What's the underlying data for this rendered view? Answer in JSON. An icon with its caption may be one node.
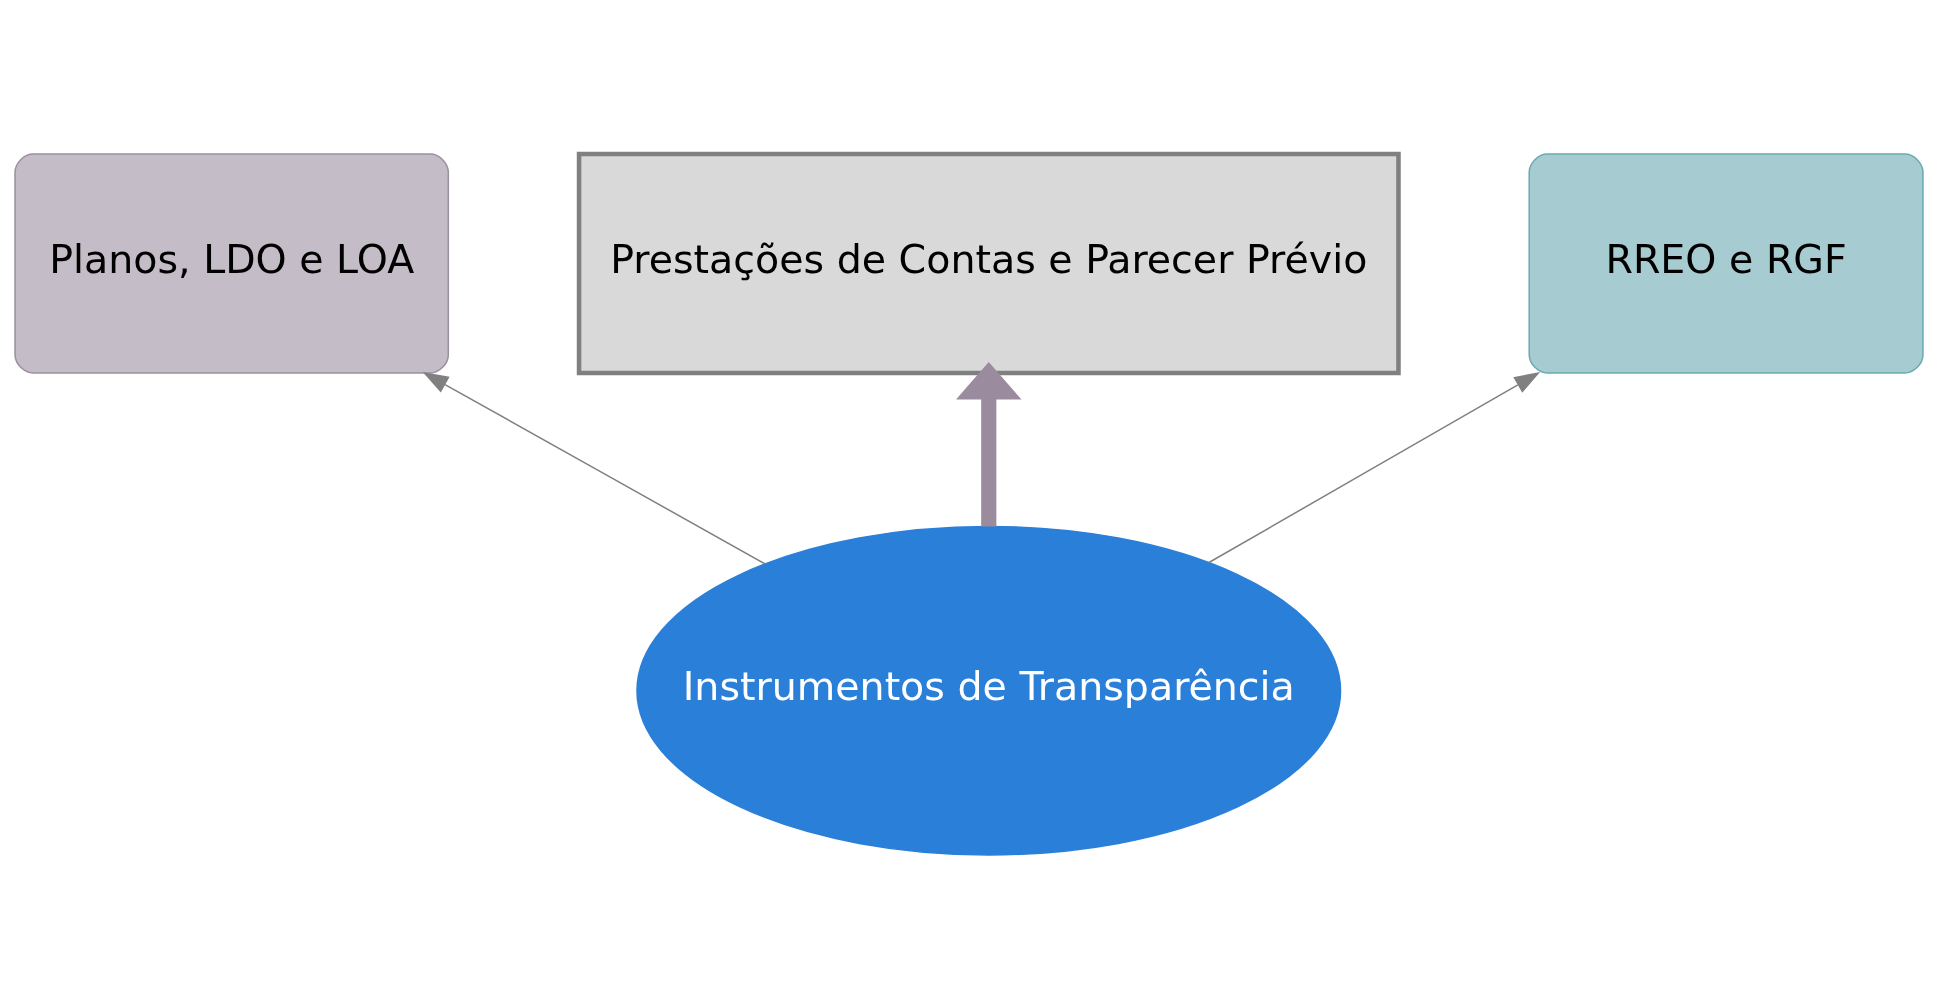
{
  "diagram": {
    "nodes": [
      {
        "text": [
          "Planos, LDO e LOA"
        ]
      },
      {
        "text": [
          "Prestações de Contas e Parecer Prévio"
        ]
      },
      {
        "text": [
          "RREO e RGF"
        ]
      },
      {
        "text": [
          "Instrumentos de Transparência"
        ]
      }
    ],
    "edges": [
      {
        "from": 3,
        "to": 0,
        "arrow": "to"
      },
      {
        "from": 3,
        "to": 1,
        "arrow": "to",
        "style": "thick",
        "color": "#9a8c9e"
      },
      {
        "from": 3,
        "to": 2,
        "arrow": "to"
      }
    ]
  }
}
